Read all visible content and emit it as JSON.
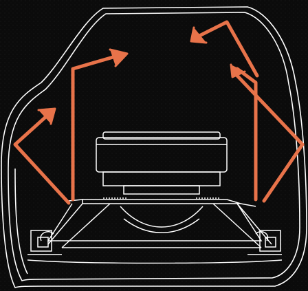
{
  "diagram": {
    "subject": "speaker-enclosure-cutaway",
    "arrows": [
      {
        "name": "arrow-left-lower"
      },
      {
        "name": "arrow-left-upper"
      },
      {
        "name": "arrow-top-center"
      },
      {
        "name": "arrow-right-inner"
      },
      {
        "name": "arrow-right-outer"
      }
    ]
  },
  "colors": {
    "background": "#0b0b0b",
    "outline": "#ffffff",
    "arrow": "#e8734a"
  }
}
